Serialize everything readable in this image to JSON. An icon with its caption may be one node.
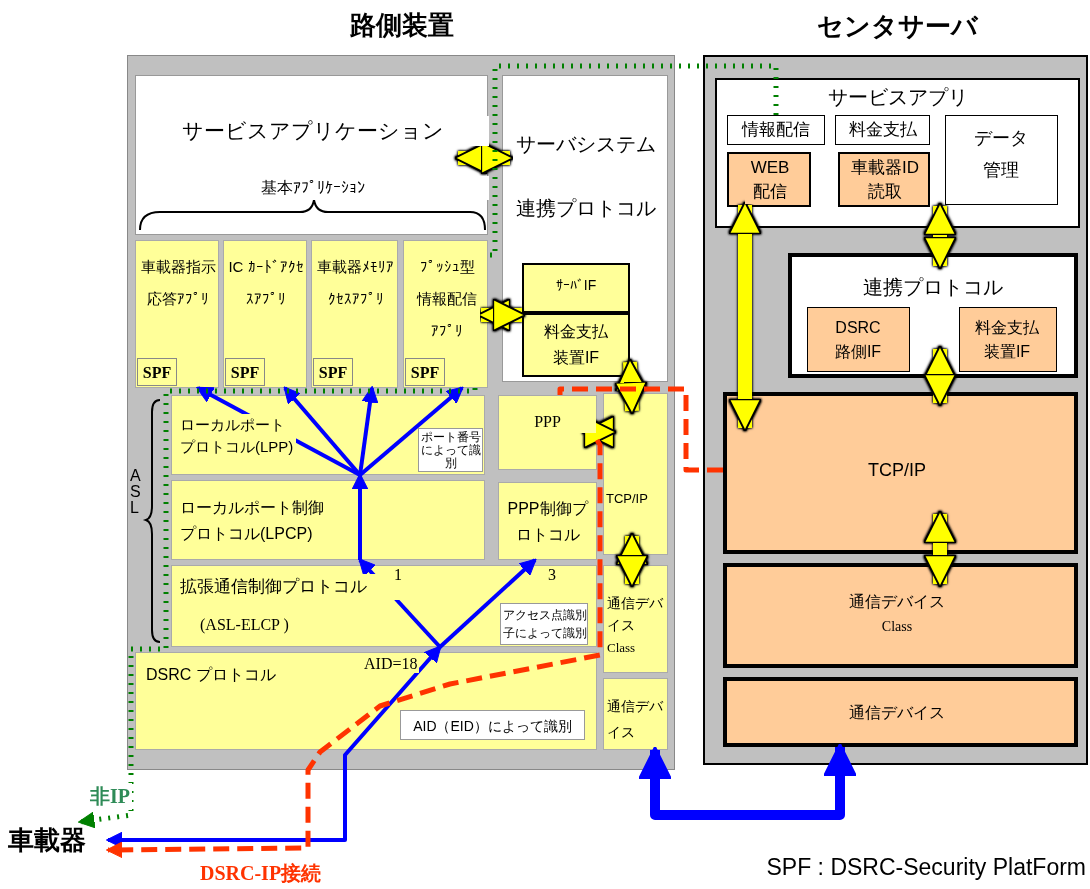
{
  "diagram": {
    "nodes": [
      {
        "text": [
          "路側装置"
        ]
      },
      {
        "text": [
          "サービスアプリケーション",
          "基本ｱﾌﾟﾘｹｰｼｮﾝ"
        ],
        "in": 0
      },
      {
        "text": [
          "サーバシステム連携プロトコル"
        ],
        "in": 0
      },
      {
        "text": [
          "車載器指示応答ｱﾌﾟﾘ"
        ],
        "in": 0
      },
      {
        "text": [
          "SPF"
        ],
        "in": 3
      },
      {
        "text": [
          "IC ｶｰﾄﾞｱｸｾｽｱﾌﾟﾘ"
        ],
        "in": 0
      },
      {
        "text": [
          "SPF"
        ],
        "in": 5
      },
      {
        "text": [
          "車載器ﾒﾓﾘｱｸｾｽｱﾌﾟﾘ"
        ],
        "in": 0
      },
      {
        "text": [
          "SPF"
        ],
        "in": 7
      },
      {
        "text": [
          "ﾌﾟｯｼｭ型情報配信ｱﾌﾟﾘ"
        ],
        "in": 0
      },
      {
        "text": [
          "SPF"
        ],
        "in": 9
      },
      {
        "text": [
          "ｻｰﾊﾞIF"
        ],
        "in": 2
      },
      {
        "text": [
          "料金支払装置IF"
        ],
        "in": 2
      },
      {
        "text": [
          "ローカルポートプロトコル(LPP)"
        ],
        "in": 0
      },
      {
        "text": [
          "ポート番号によって識別"
        ],
        "in": 13
      },
      {
        "text": [
          "ローカルポート制御プロトコル(LPCP)"
        ],
        "in": 0
      },
      {
        "text": [
          "拡張通信制御プロトコル",
          "(ASL-ELCP )"
        ],
        "in": 0
      },
      {
        "text": [
          "アクセス点識別子によって識別"
        ],
        "in": 16
      },
      {
        "text": [
          "DSRC プロトコル"
        ],
        "in": 0
      },
      {
        "text": [
          "AID（EID）によって識別"
        ],
        "in": 18
      },
      {
        "text": [
          "PPP"
        ],
        "in": 0
      },
      {
        "text": [
          "PPP制御プロトコル"
        ],
        "in": 0
      },
      {
        "text": [
          "TCP/IP"
        ],
        "in": 0
      },
      {
        "text": [
          "通信デバイス",
          "Class"
        ],
        "in": 0
      },
      {
        "text": [
          "通信デバイス"
        ],
        "in": 0
      },
      {
        "text": [
          "センタサーバ"
        ]
      },
      {
        "text": [
          "サービスアプリ"
        ],
        "in": 25
      },
      {
        "text": [
          "情報配信"
        ],
        "in": 26
      },
      {
        "text": [
          "料金支払"
        ],
        "in": 26
      },
      {
        "text": [
          "データ管理"
        ],
        "in": 26
      },
      {
        "text": [
          "WEB配信"
        ],
        "in": 26
      },
      {
        "text": [
          "車載器ID読取"
        ],
        "in": 26
      },
      {
        "text": [
          "連携プロトコル"
        ],
        "in": 25
      },
      {
        "text": [
          "DSRC路側IF"
        ],
        "in": 32
      },
      {
        "text": [
          "料金支払装置IF"
        ],
        "in": 32
      },
      {
        "text": [
          "TCP/IP"
        ],
        "in": 25
      },
      {
        "text": [
          "通信デバイス",
          "Class"
        ],
        "in": 25
      },
      {
        "text": [
          "通信デバイス"
        ],
        "in": 25
      },
      {
        "text": [
          "車載器"
        ]
      }
    ],
    "edges": [
      {
        "from": 1,
        "to": 2,
        "arrow": "both",
        "style": "thick"
      },
      {
        "from": 9,
        "to": 12,
        "arrow": "both",
        "style": "thick"
      },
      {
        "from": 12,
        "to": 22,
        "arrow": "both",
        "style": "thick"
      },
      {
        "from": 20,
        "to": 22,
        "arrow": "both",
        "style": "thick"
      },
      {
        "from": 22,
        "to": 23,
        "arrow": "both",
        "style": "thick"
      },
      {
        "from": 26,
        "to": 32,
        "arrow": "both",
        "style": "thick"
      },
      {
        "from": 32,
        "to": 35,
        "arrow": "both",
        "style": "thick"
      },
      {
        "from": 35,
        "to": 36,
        "arrow": "both",
        "style": "thick"
      },
      {
        "from": 30,
        "to": 35,
        "arrow": "both",
        "style": "thick"
      },
      {
        "from": 38,
        "to": 16,
        "arrow": "both",
        "color": "#0000ff",
        "label": "AID=18"
      },
      {
        "from": 16,
        "to": 15,
        "arrow": "to",
        "color": "#0000ff",
        "label": "1"
      },
      {
        "from": 16,
        "to": 21,
        "arrow": "to",
        "color": "#0000ff",
        "label": "3"
      },
      {
        "from": 15,
        "to": 13,
        "arrow": "to",
        "color": "#0000ff"
      },
      {
        "from": 13,
        "to": 3,
        "arrow": "to",
        "color": "#0000ff"
      },
      {
        "from": 13,
        "to": 5,
        "arrow": "to",
        "color": "#0000ff"
      },
      {
        "from": 13,
        "to": 7,
        "arrow": "to",
        "color": "#0000ff"
      },
      {
        "from": 13,
        "to": 9,
        "arrow": "to",
        "color": "#0000ff"
      },
      {
        "from": 24,
        "to": 37,
        "arrow": "both",
        "style": "thick",
        "color": "#0000ff"
      },
      {
        "from": 27,
        "to": 9,
        "arrow": "none",
        "style": "dashed",
        "color": "#008000"
      },
      {
        "from": 9,
        "to": 38,
        "arrow": "to",
        "style": "dashed",
        "color": "#008000",
        "label": "非IP"
      },
      {
        "from": 35,
        "to": 20,
        "arrow": "none",
        "style": "dashed",
        "color": "#ff3300"
      },
      {
        "from": 20,
        "to": 38,
        "arrow": "to",
        "style": "dashed",
        "color": "#ff3300",
        "label": "DSRC-IP接続"
      }
    ],
    "labels": [
      "ASL",
      "SPF : DSRC-Security PlatForm"
    ]
  }
}
